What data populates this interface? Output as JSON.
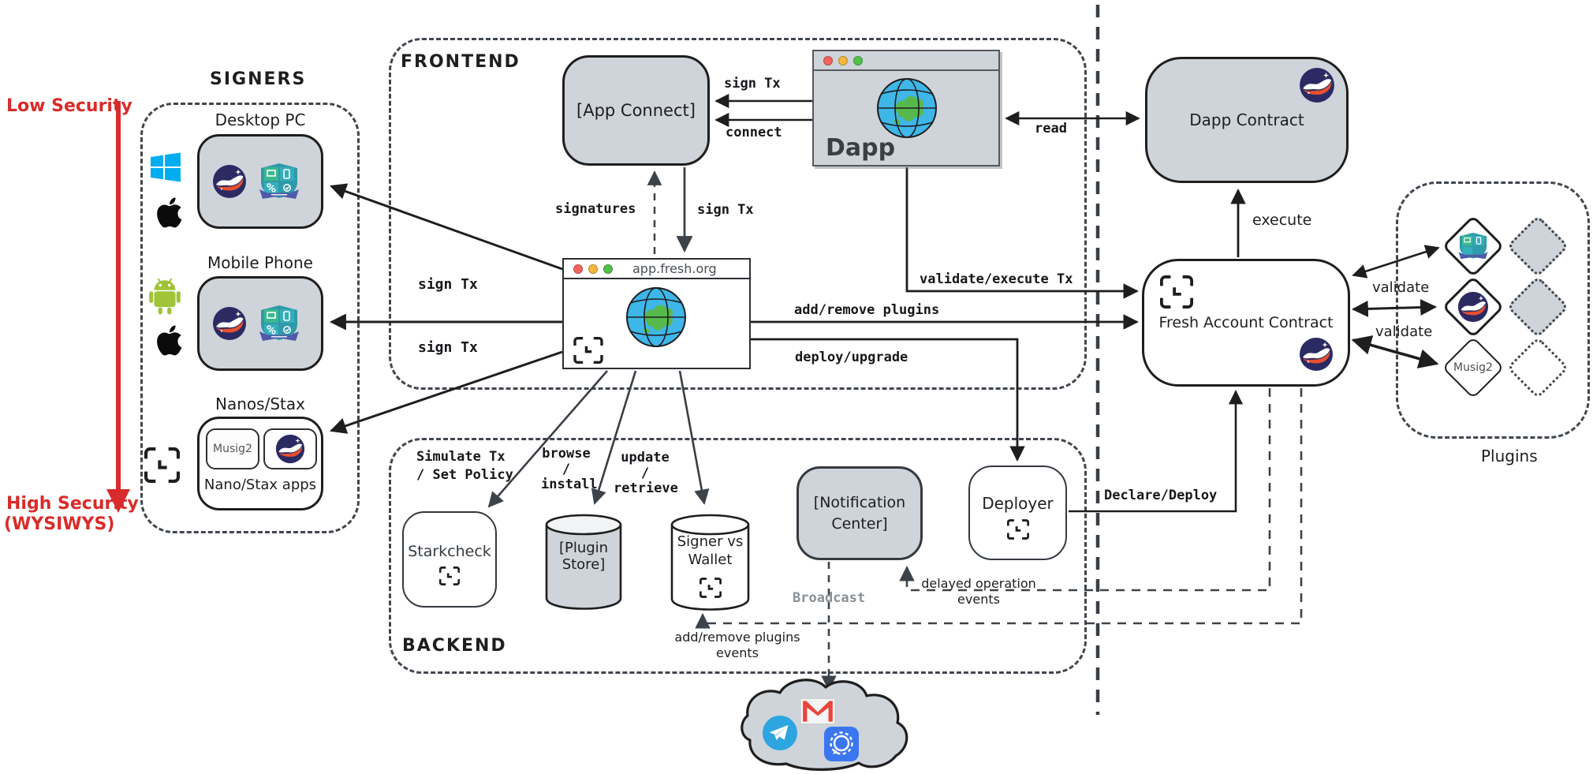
{
  "colors": {
    "accent_red": "#d92b2b",
    "box_gray": "#ced4da",
    "stroke_dark": "#1e1e1e",
    "dashed_gray": "#40464d",
    "windows_blue": "#00adef",
    "android_green": "#9fc437",
    "telegram_blue": "#2ca5e0",
    "gmail_red": "#e8453c",
    "signal_blue": "#3a76f0",
    "globe_blue": "#3fb6e8",
    "globe_land_green": "#57b94c",
    "fresh_navy": "#2b2a63",
    "fresh_orange": "#e8502f",
    "badge_teal": "#35aebc",
    "badge_green": "#3cb88f",
    "badge_ribbon": "#4f5aa8",
    "broadcast_text": "#8a9097"
  },
  "axis": {
    "low_label": "Low Security",
    "high_label": "High Security",
    "high_sublabel": "(WYSIWYS)"
  },
  "signers": {
    "title": "SIGNERS",
    "desktop_label": "Desktop PC",
    "mobile_label": "Mobile Phone",
    "nanos_label": "Nanos/Stax",
    "musig_label": "Musig2",
    "nanos_apps_label": "Nano/Stax apps"
  },
  "frontend": {
    "title": "FRONTEND",
    "app_connect_label": "[App Connect]",
    "dapp_window_label": "Dapp",
    "fresh_window_url": "app.fresh.org"
  },
  "backend": {
    "title": "BACKEND",
    "starkcheck_label": "Starkcheck",
    "plugin_store_label": "[Plugin Store]",
    "signer_vs_wallet_label": "Signer vs Wallet",
    "notification_center_label": "[Notification Center]",
    "deployer_label": "Deployer"
  },
  "contracts": {
    "dapp_contract_label": "Dapp Contract",
    "fresh_account_label": "Fresh Account Contract"
  },
  "plugins": {
    "title": "Plugins",
    "musig_label": "Musig2"
  },
  "edges": {
    "sign_tx_dapp": "sign Tx",
    "connect": "connect",
    "read": "read",
    "signatures": "signatures",
    "sign_tx_appconnect": "sign Tx",
    "sign_tx_desktop": "sign Tx",
    "sign_tx_mobile": "sign Tx",
    "validate_execute": "validate/execute Tx",
    "add_remove_plugins": "add/remove plugins",
    "deploy_upgrade": "deploy/upgrade",
    "execute": "execute",
    "validate_upper": "validate",
    "validate_lower": "validate",
    "simulate_policy": "Simulate Tx\n/ Set Policy",
    "browse_install": "browse\n/\ninstall",
    "update_retrieve": "update\n/\nretrieve",
    "declare_deploy": "Declare/Deploy",
    "broadcast": "Broadcast",
    "delayed_events": "delayed operation\nevents",
    "add_remove_events": "add/remove plugins\nevents"
  }
}
